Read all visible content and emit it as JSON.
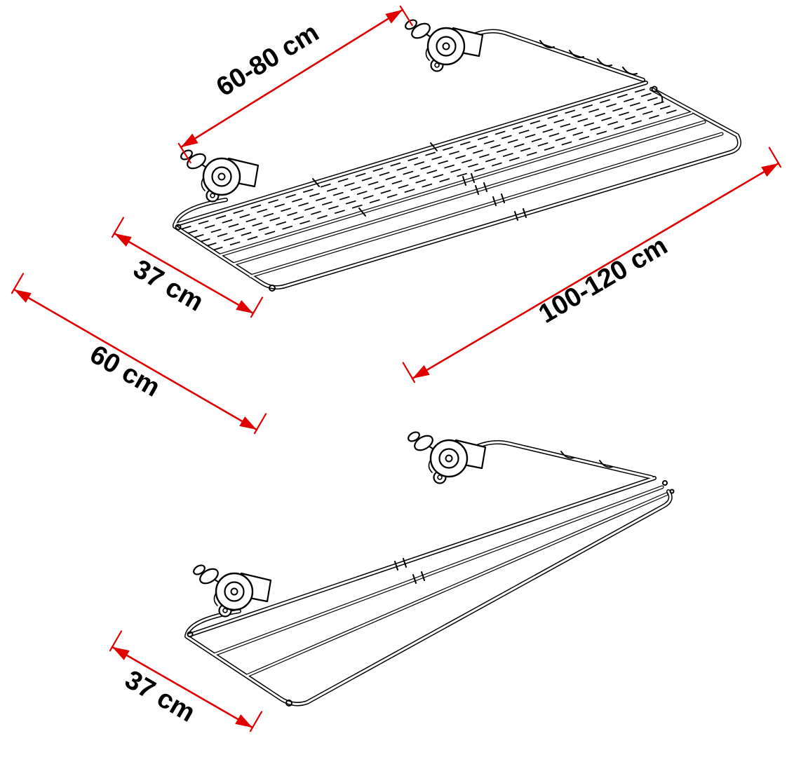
{
  "diagram": {
    "views": {
      "open": {
        "dims": {
          "clamp_spacing": "60-80 cm",
          "depth": "37 cm",
          "depth_total": "60 cm",
          "length": "100-120 cm"
        }
      },
      "folded": {
        "dims": {
          "depth": "37 cm"
        }
      }
    },
    "colors": {
      "line": "#000000",
      "dimension": "#e00000",
      "label": "#000000",
      "paper": "#ffffff"
    }
  }
}
